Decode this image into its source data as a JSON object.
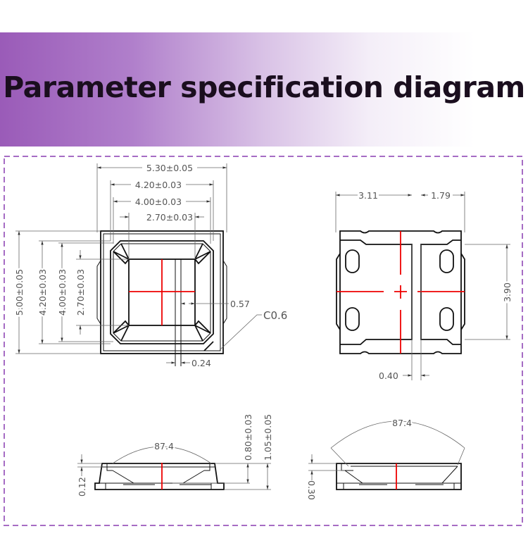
{
  "header": {
    "title": "Parameter specification diagram"
  },
  "colors": {
    "accent": "#9a5bb8",
    "border": "#a66cc4",
    "centerline": "#e00000"
  },
  "top_view": {
    "width_outer": "5.30±0.05",
    "width_lens": "4.20±0.03",
    "width_cup": "4.00±0.03",
    "width_die": "2.70±0.03",
    "height_outer": "5.00±0.05",
    "height_lens": "4.20±0.03",
    "height_cup": "4.00±0.03",
    "height_die": "2.70±0.03",
    "offset": "0.57",
    "gap": "0.24",
    "chamfer": "C0.6"
  },
  "bottom_view": {
    "pad_left": "3.11",
    "pad_right": "1.79",
    "pad_height": "3.90",
    "pad_gap": "0.40"
  },
  "side_view_front": {
    "angle": "87.4",
    "cup_depth": "0.80±0.03",
    "total_height": "1.05±0.05",
    "lens_step": "0.12"
  },
  "side_view_side": {
    "angle": "87.4",
    "step": "0.30"
  }
}
